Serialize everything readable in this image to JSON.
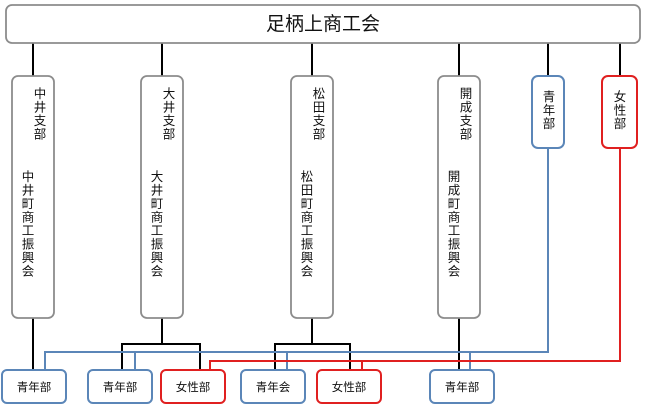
{
  "top": {
    "label": "足柄上商工会"
  },
  "branches": [
    {
      "id": "nakai",
      "col1": "中井支部",
      "col2": "中井町商工振興会"
    },
    {
      "id": "oi",
      "col1": "大井支部",
      "col2": "大井町商工振興会"
    },
    {
      "id": "matsuda",
      "col1": "松田支部",
      "col2": "松田町商工振興会"
    },
    {
      "id": "kaisei",
      "col1": "開成支部",
      "col2": "開成町商工振興会"
    }
  ],
  "divisions": [
    {
      "id": "youth",
      "label": "青年部",
      "color": "#5b86b8"
    },
    {
      "id": "women",
      "label": "女性部",
      "color": "#e02020"
    }
  ],
  "bottom": [
    {
      "id": "nakai-youth",
      "label": "青年部",
      "color": "#5b86b8"
    },
    {
      "id": "oi-youth",
      "label": "青年部",
      "color": "#5b86b8"
    },
    {
      "id": "oi-women",
      "label": "女性部",
      "color": "#e02020"
    },
    {
      "id": "matsuda-youth",
      "label": "青年会",
      "color": "#5b86b8"
    },
    {
      "id": "matsuda-women",
      "label": "女性部",
      "color": "#e02020"
    },
    {
      "id": "kaisei-youth",
      "label": "青年部",
      "color": "#5b86b8"
    }
  ],
  "colors": {
    "youth": "#5b86b8",
    "women": "#e02020",
    "structure": "#000000",
    "box_border": "#8c8c8c"
  }
}
